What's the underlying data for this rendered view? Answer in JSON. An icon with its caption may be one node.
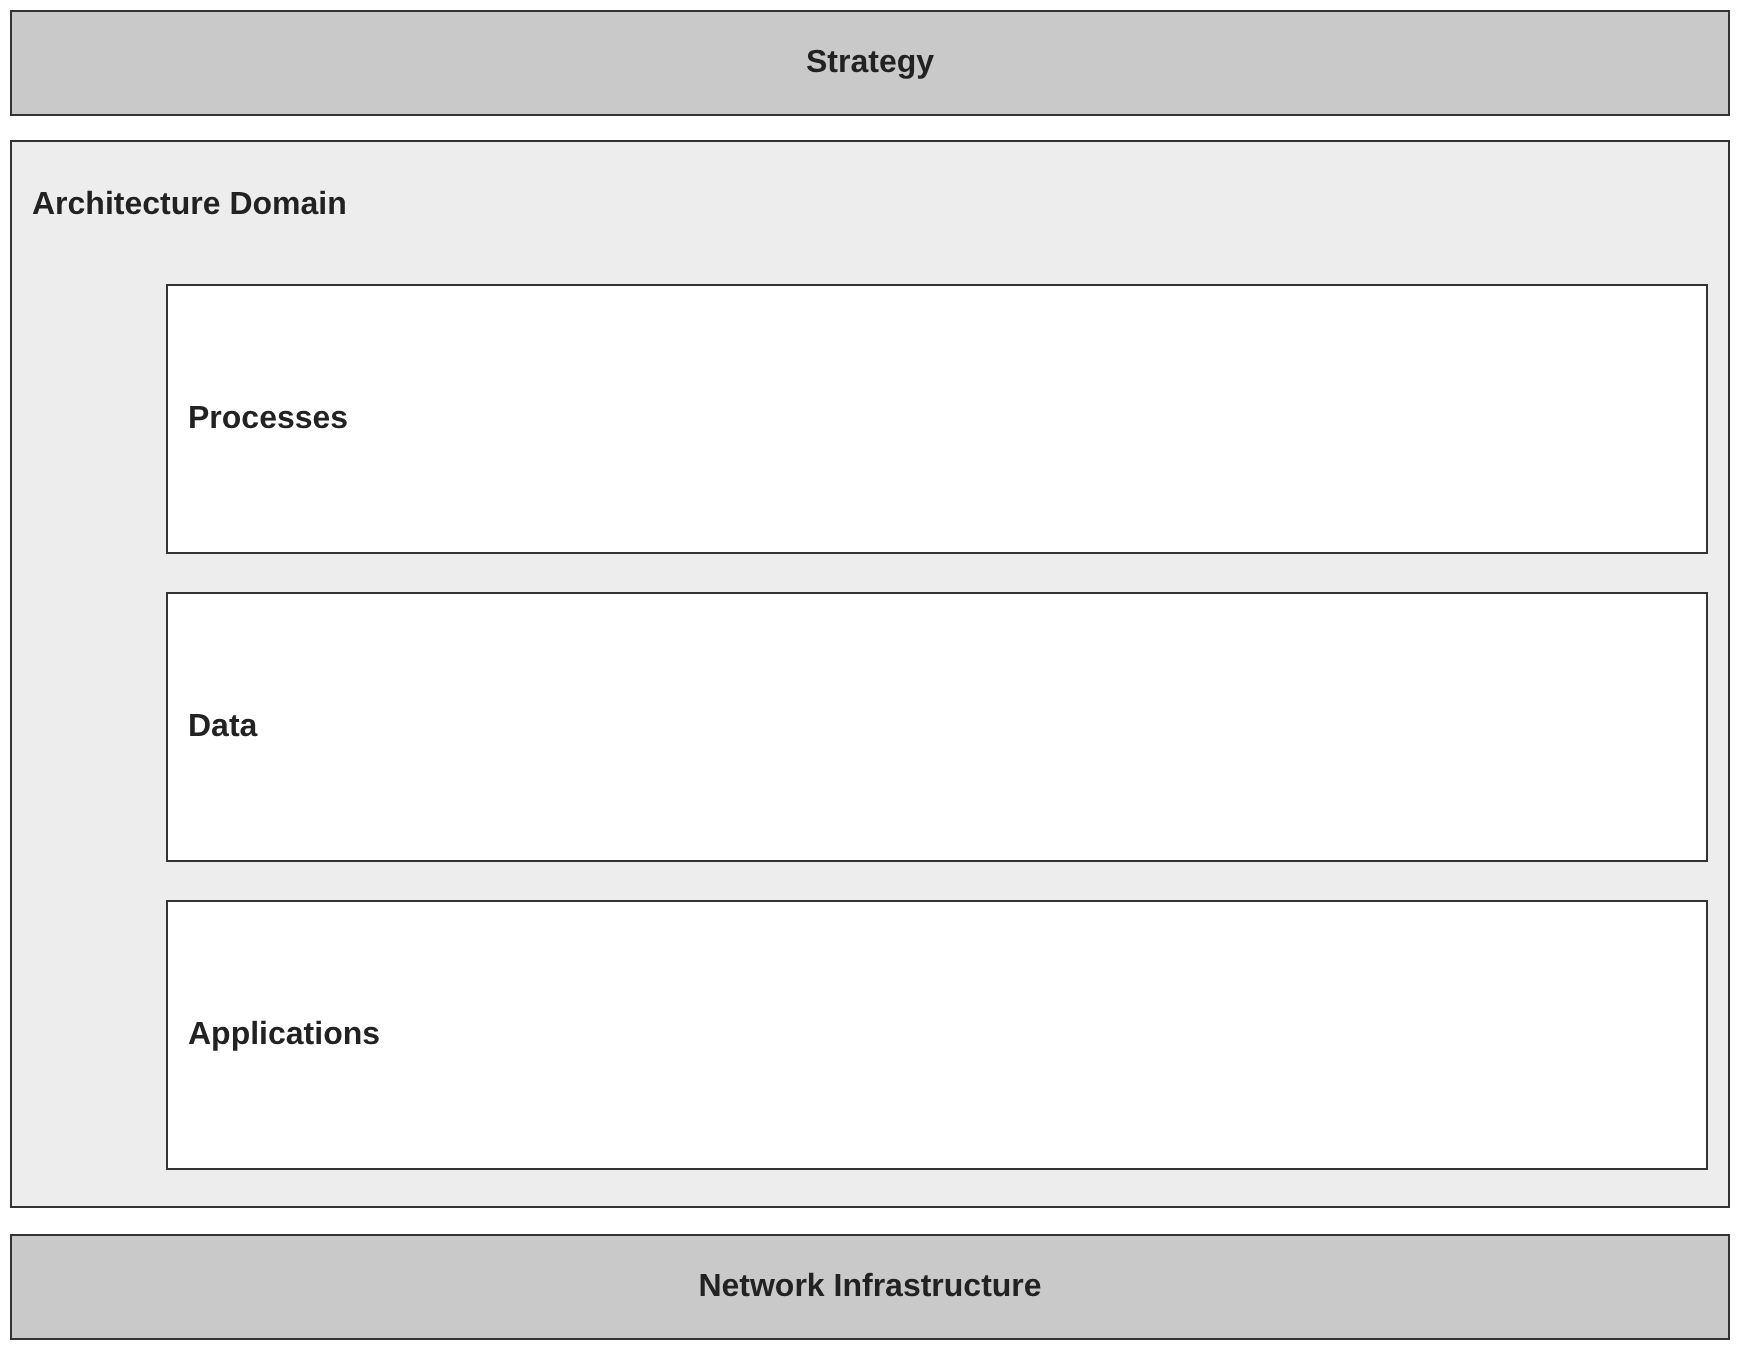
{
  "diagram": {
    "nodes": [
      {
        "text": [
          "Strategy"
        ]
      },
      {
        "text": [
          "Architecture Domain"
        ]
      },
      {
        "text": [
          "Processes"
        ],
        "in": 1
      },
      {
        "text": [
          "Data"
        ],
        "in": 1
      },
      {
        "text": [
          "Applications"
        ],
        "in": 1
      },
      {
        "text": [
          "Network Infrastructure"
        ]
      }
    ]
  }
}
